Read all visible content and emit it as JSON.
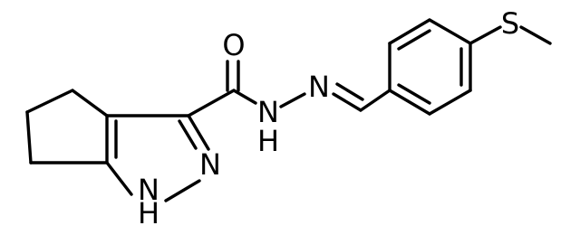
{
  "molecule": {
    "atoms": [
      {
        "id": "O1",
        "label": "O"
      },
      {
        "id": "N1",
        "label": "N"
      },
      {
        "id": "NH1",
        "label": "H"
      },
      {
        "id": "N2",
        "label": "N"
      },
      {
        "id": "N3",
        "label": "N"
      },
      {
        "id": "NH2",
        "label": "N"
      },
      {
        "id": "H2",
        "label": "H"
      },
      {
        "id": "S1",
        "label": "S"
      }
    ]
  },
  "colors": {
    "ink": "#000000",
    "background": "#ffffff"
  }
}
